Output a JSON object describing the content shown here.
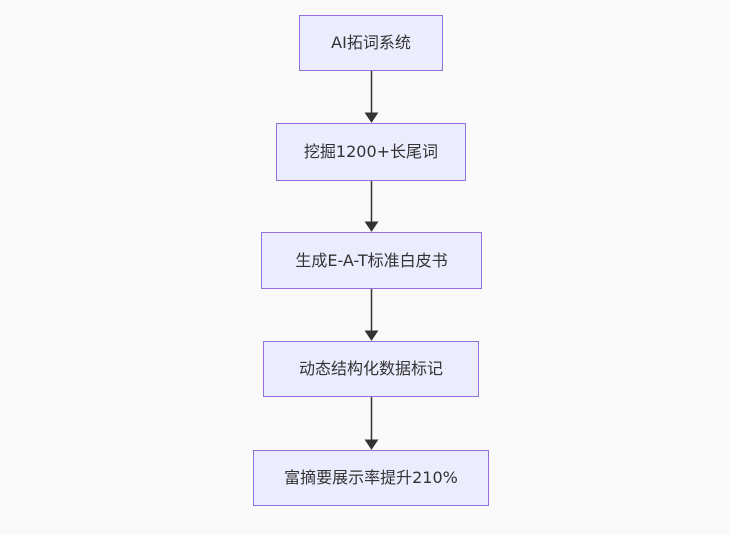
{
  "diagram": {
    "type": "flowchart",
    "direction": "top-down",
    "nodes": [
      {
        "id": "n1",
        "label": "AI拓词系统"
      },
      {
        "id": "n2",
        "label": "挖掘1200+长尾词"
      },
      {
        "id": "n3",
        "label": "生成E-A-T标准白皮书"
      },
      {
        "id": "n4",
        "label": "动态结构化数据标记"
      },
      {
        "id": "n5",
        "label": "富摘要展示率提升210%"
      }
    ],
    "edges": [
      {
        "from": "n1",
        "to": "n2"
      },
      {
        "from": "n2",
        "to": "n3"
      },
      {
        "from": "n3",
        "to": "n4"
      },
      {
        "from": "n4",
        "to": "n5"
      }
    ],
    "colors": {
      "node_fill": "#ECECFF",
      "node_border": "#9370DB",
      "node_text": "#333333",
      "arrow": "#333333",
      "background": "#FAFAFA"
    }
  }
}
